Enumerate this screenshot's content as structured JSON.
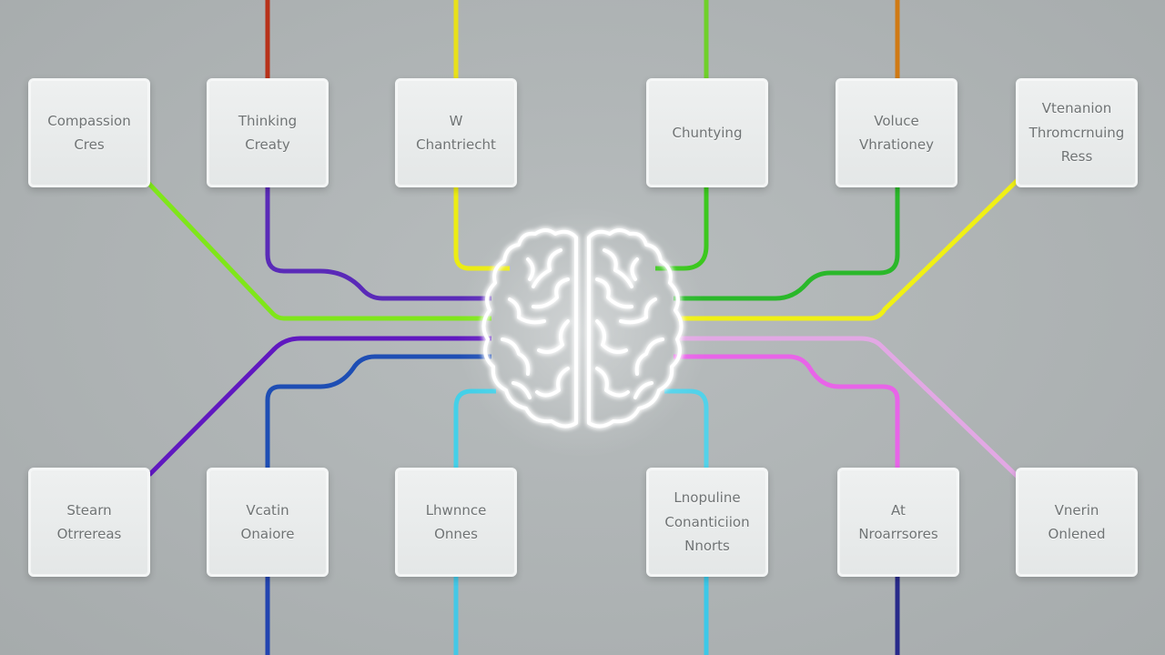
{
  "colors": {
    "background": "#aeb3b4",
    "box_fill": "#e9ebeb",
    "box_border": "#f4f6f6",
    "text": "#6f7374",
    "brain": "#ffffff"
  },
  "center": {
    "icon": "brain-icon"
  },
  "nodes": [
    {
      "id": "top-1",
      "lines": [
        "Compassion",
        "Cres"
      ]
    },
    {
      "id": "top-2",
      "lines": [
        "Thinking",
        "Creaty"
      ]
    },
    {
      "id": "top-3",
      "lines": [
        "W",
        "Chantriecht"
      ]
    },
    {
      "id": "top-4",
      "lines": [
        "Chuntying"
      ]
    },
    {
      "id": "top-5",
      "lines": [
        "Voluce",
        "Vhrationey"
      ]
    },
    {
      "id": "top-6",
      "lines": [
        "Vtenanion",
        "Thromcrnuing",
        "Ress"
      ]
    },
    {
      "id": "bot-1",
      "lines": [
        "Stearn",
        "Otrrereas"
      ]
    },
    {
      "id": "bot-2",
      "lines": [
        "Vcatin",
        "Onaiore"
      ]
    },
    {
      "id": "bot-3",
      "lines": [
        "Lhwnnce",
        "Onnes"
      ]
    },
    {
      "id": "bot-4",
      "lines": [
        "Lnopuline",
        "Conanticiion",
        "Nnorts"
      ]
    },
    {
      "id": "bot-5",
      "lines": [
        "At",
        "Nroarrsores"
      ]
    },
    {
      "id": "bot-6",
      "lines": [
        "Vnerin",
        "Onlened"
      ]
    }
  ],
  "connections": [
    {
      "from": "top-edge",
      "to": "top-2",
      "color": "#b8321a"
    },
    {
      "from": "top-edge",
      "to": "top-3",
      "color": "#e8e01a"
    },
    {
      "from": "top-edge",
      "to": "top-4",
      "color": "#6fd02a"
    },
    {
      "from": "top-edge",
      "to": "top-5",
      "color": "#d07a14"
    },
    {
      "from": "top-1",
      "to": "brain",
      "color": "#7fe61a"
    },
    {
      "from": "top-2",
      "to": "brain",
      "color": "#5a2ab8"
    },
    {
      "from": "top-3",
      "to": "brain",
      "color": "#ecec14"
    },
    {
      "from": "top-4",
      "to": "brain",
      "color": "#3cc81e"
    },
    {
      "from": "top-5",
      "to": "brain",
      "color": "#2ab82a"
    },
    {
      "from": "top-6",
      "to": "brain",
      "color": "#f0f014"
    },
    {
      "from": "bot-1",
      "to": "brain",
      "color": "#6018c0"
    },
    {
      "from": "bot-2",
      "to": "brain",
      "color": "#1e4eb4"
    },
    {
      "from": "bot-3",
      "to": "brain",
      "color": "#44d0e8"
    },
    {
      "from": "bot-4",
      "to": "brain",
      "color": "#52d2ea"
    },
    {
      "from": "bot-5",
      "to": "brain",
      "color": "#e864e8"
    },
    {
      "from": "bot-6",
      "to": "brain",
      "color": "#e2a8e4"
    },
    {
      "from": "bot-2",
      "to": "bottom-edge",
      "color": "#2244b0"
    },
    {
      "from": "bot-3",
      "to": "bottom-edge",
      "color": "#44c8e6"
    },
    {
      "from": "bot-4",
      "to": "bottom-edge",
      "color": "#3cc8e8"
    },
    {
      "from": "bot-5",
      "to": "bottom-edge",
      "color": "#282a8a"
    }
  ]
}
